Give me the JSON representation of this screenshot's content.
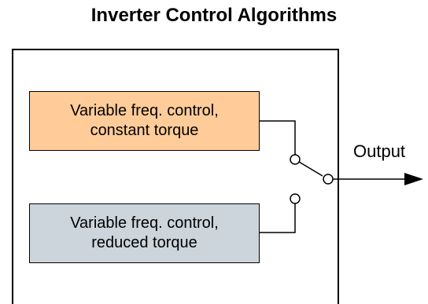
{
  "title": "Inverter Control Algorithms",
  "blocks": [
    {
      "line1": "Variable freq. control,",
      "line2": "constant torque",
      "fill": "#FFCC99"
    },
    {
      "line1": "Variable freq. control,",
      "line2": "reduced torque",
      "fill": "#CCD5DC"
    }
  ],
  "output_label": "Output",
  "colors": {
    "line": "#000000",
    "background": "#FFFFFF"
  }
}
